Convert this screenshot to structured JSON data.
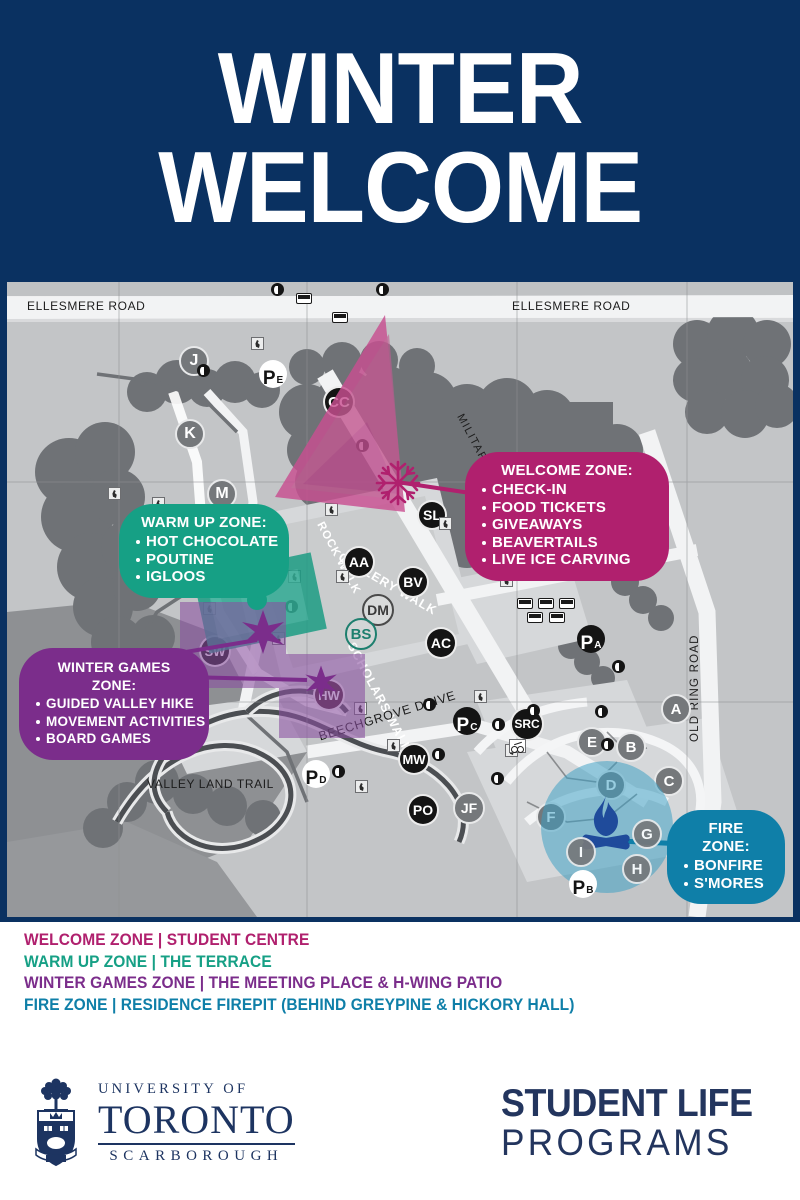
{
  "header": {
    "title_line1": "WINTER",
    "title_line2": "WELCOME",
    "bg_color": "#0a3161"
  },
  "map": {
    "road_labels": [
      {
        "text": "ELLESMERE ROAD"
      },
      {
        "text": "ELLESMERE ROAD"
      },
      {
        "text": "MILITARY TRAIL"
      },
      {
        "text": "ROCK WALK"
      },
      {
        "text": "GALLERY WALK"
      },
      {
        "text": "SCHOLARS WALK"
      },
      {
        "text": "BEECHGROVE DRIVE"
      },
      {
        "text": "VALLEY LAND TRAIL"
      },
      {
        "text": "OLD RING ROAD"
      }
    ],
    "building_pins": [
      {
        "label": "J"
      },
      {
        "label": "K"
      },
      {
        "label": "M"
      },
      {
        "label": "CC"
      },
      {
        "label": "SL"
      },
      {
        "label": "AA"
      },
      {
        "label": "BV"
      },
      {
        "label": "DM"
      },
      {
        "label": "BS"
      },
      {
        "label": "AC"
      },
      {
        "label": "SW"
      },
      {
        "label": "HW"
      },
      {
        "label": "MW"
      },
      {
        "label": "PO"
      },
      {
        "label": "JF"
      },
      {
        "label": "SRC"
      },
      {
        "label": "A"
      },
      {
        "label": "B"
      },
      {
        "label": "C"
      },
      {
        "label": "D"
      },
      {
        "label": "E"
      },
      {
        "label": "F"
      },
      {
        "label": "G"
      },
      {
        "label": "H"
      },
      {
        "label": "I"
      }
    ],
    "parking_pins": [
      {
        "label": "P",
        "sub": "E"
      },
      {
        "label": "P",
        "sub": "A"
      },
      {
        "label": "P",
        "sub": "C"
      },
      {
        "label": "P",
        "sub": "D"
      },
      {
        "label": "P",
        "sub": "B"
      }
    ]
  },
  "callouts": {
    "welcome": {
      "title": "WELCOME ZONE:",
      "items": [
        "CHECK-IN",
        "FOOD TICKETS",
        "GIVEAWAYS",
        "BEAVERTAILS",
        "LIVE ICE CARVING"
      ],
      "color": "#b0206e"
    },
    "warm": {
      "title": "WARM UP ZONE:",
      "items": [
        "HOT CHOCOLATE",
        "POUTINE",
        "IGLOOS"
      ],
      "color": "#16a085"
    },
    "games": {
      "title": "WINTER GAMES ZONE:",
      "items": [
        "GUIDED VALLEY HIKE",
        "MOVEMENT ACTIVITIES",
        "BOARD GAMES"
      ],
      "color": "#7b2d8b"
    },
    "fire": {
      "title": "FIRE ZONE:",
      "items": [
        "BONFIRE",
        "S'MORES"
      ],
      "color": "#0f7fa8"
    }
  },
  "legend": {
    "rows": [
      {
        "text": "WELCOME ZONE | STUDENT CENTRE",
        "color": "#b0206e"
      },
      {
        "text": "WARM UP ZONE | THE TERRACE",
        "color": "#16a085"
      },
      {
        "text": "WINTER GAMES ZONE | THE MEETING PLACE & H-WING PATIO",
        "color": "#7b2d8b"
      },
      {
        "text": "FIRE ZONE | RESIDENCE FIREPIT (BEHIND GREYPINE & HICKORY HALL)",
        "color": "#0f7fa8"
      }
    ]
  },
  "footer": {
    "university": {
      "line1": "UNIVERSITY OF",
      "line2": "TORONTO",
      "line3": "SCARBOROUGH"
    },
    "student_life": {
      "line1": "STUDENT LIFE",
      "line2": "PROGRAMS"
    }
  }
}
